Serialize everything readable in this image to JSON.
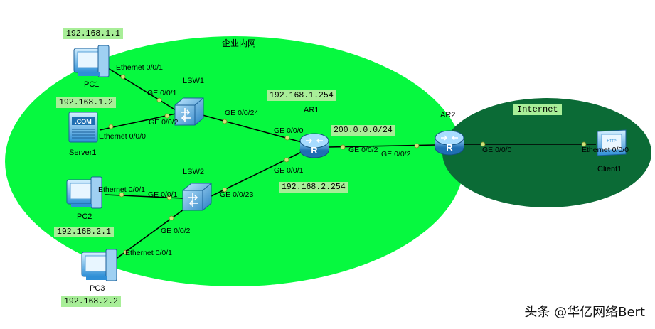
{
  "zones": {
    "lan": {
      "label": "企业内网",
      "color": "#06f93f"
    },
    "internet": {
      "label": "Internet",
      "color": "#0b6b36"
    }
  },
  "ip_labels": {
    "pc1": "192.168.1.1",
    "server1": "192.168.1.2",
    "pc2": "192.168.2.1",
    "pc3": "192.168.2.2",
    "ar1_g0": "192.168.1.254",
    "ar1_g1": "192.168.2.254",
    "wan": "200.0.0.0/24"
  },
  "devices": {
    "pc1": "PC1",
    "server1": "Server1",
    "pc2": "PC2",
    "pc3": "PC3",
    "lsw1": "LSW1",
    "lsw2": "LSW2",
    "ar1": "AR1",
    "ar2": "AR2",
    "client1": "Client1"
  },
  "ports": {
    "pc1_eth": "Ethernet 0/0/1",
    "lsw1_g1": "GE 0/0/1",
    "server1_eth": "Ethernet 0/0/0",
    "lsw1_g2": "GE 0/0/2",
    "lsw1_g24": "GE 0/0/24",
    "ar1_g0": "GE 0/0/0",
    "ar1_g1": "GE 0/0/1",
    "ar1_g2": "GE 0/0/2",
    "ar2_g2": "GE 0/0/2",
    "ar2_g0": "GE 0/0/0",
    "client1_eth": "Ethernet 0/0/0",
    "pc2_eth": "Ethernet 0/0/1",
    "lsw2_g1": "GE 0/0/1",
    "lsw2_g23": "GE 0/0/23",
    "lsw2_g2": "GE 0/0/2",
    "pc3_eth": "Ethernet 0/0/1"
  },
  "watermark": "头条 @华亿网络Bert"
}
